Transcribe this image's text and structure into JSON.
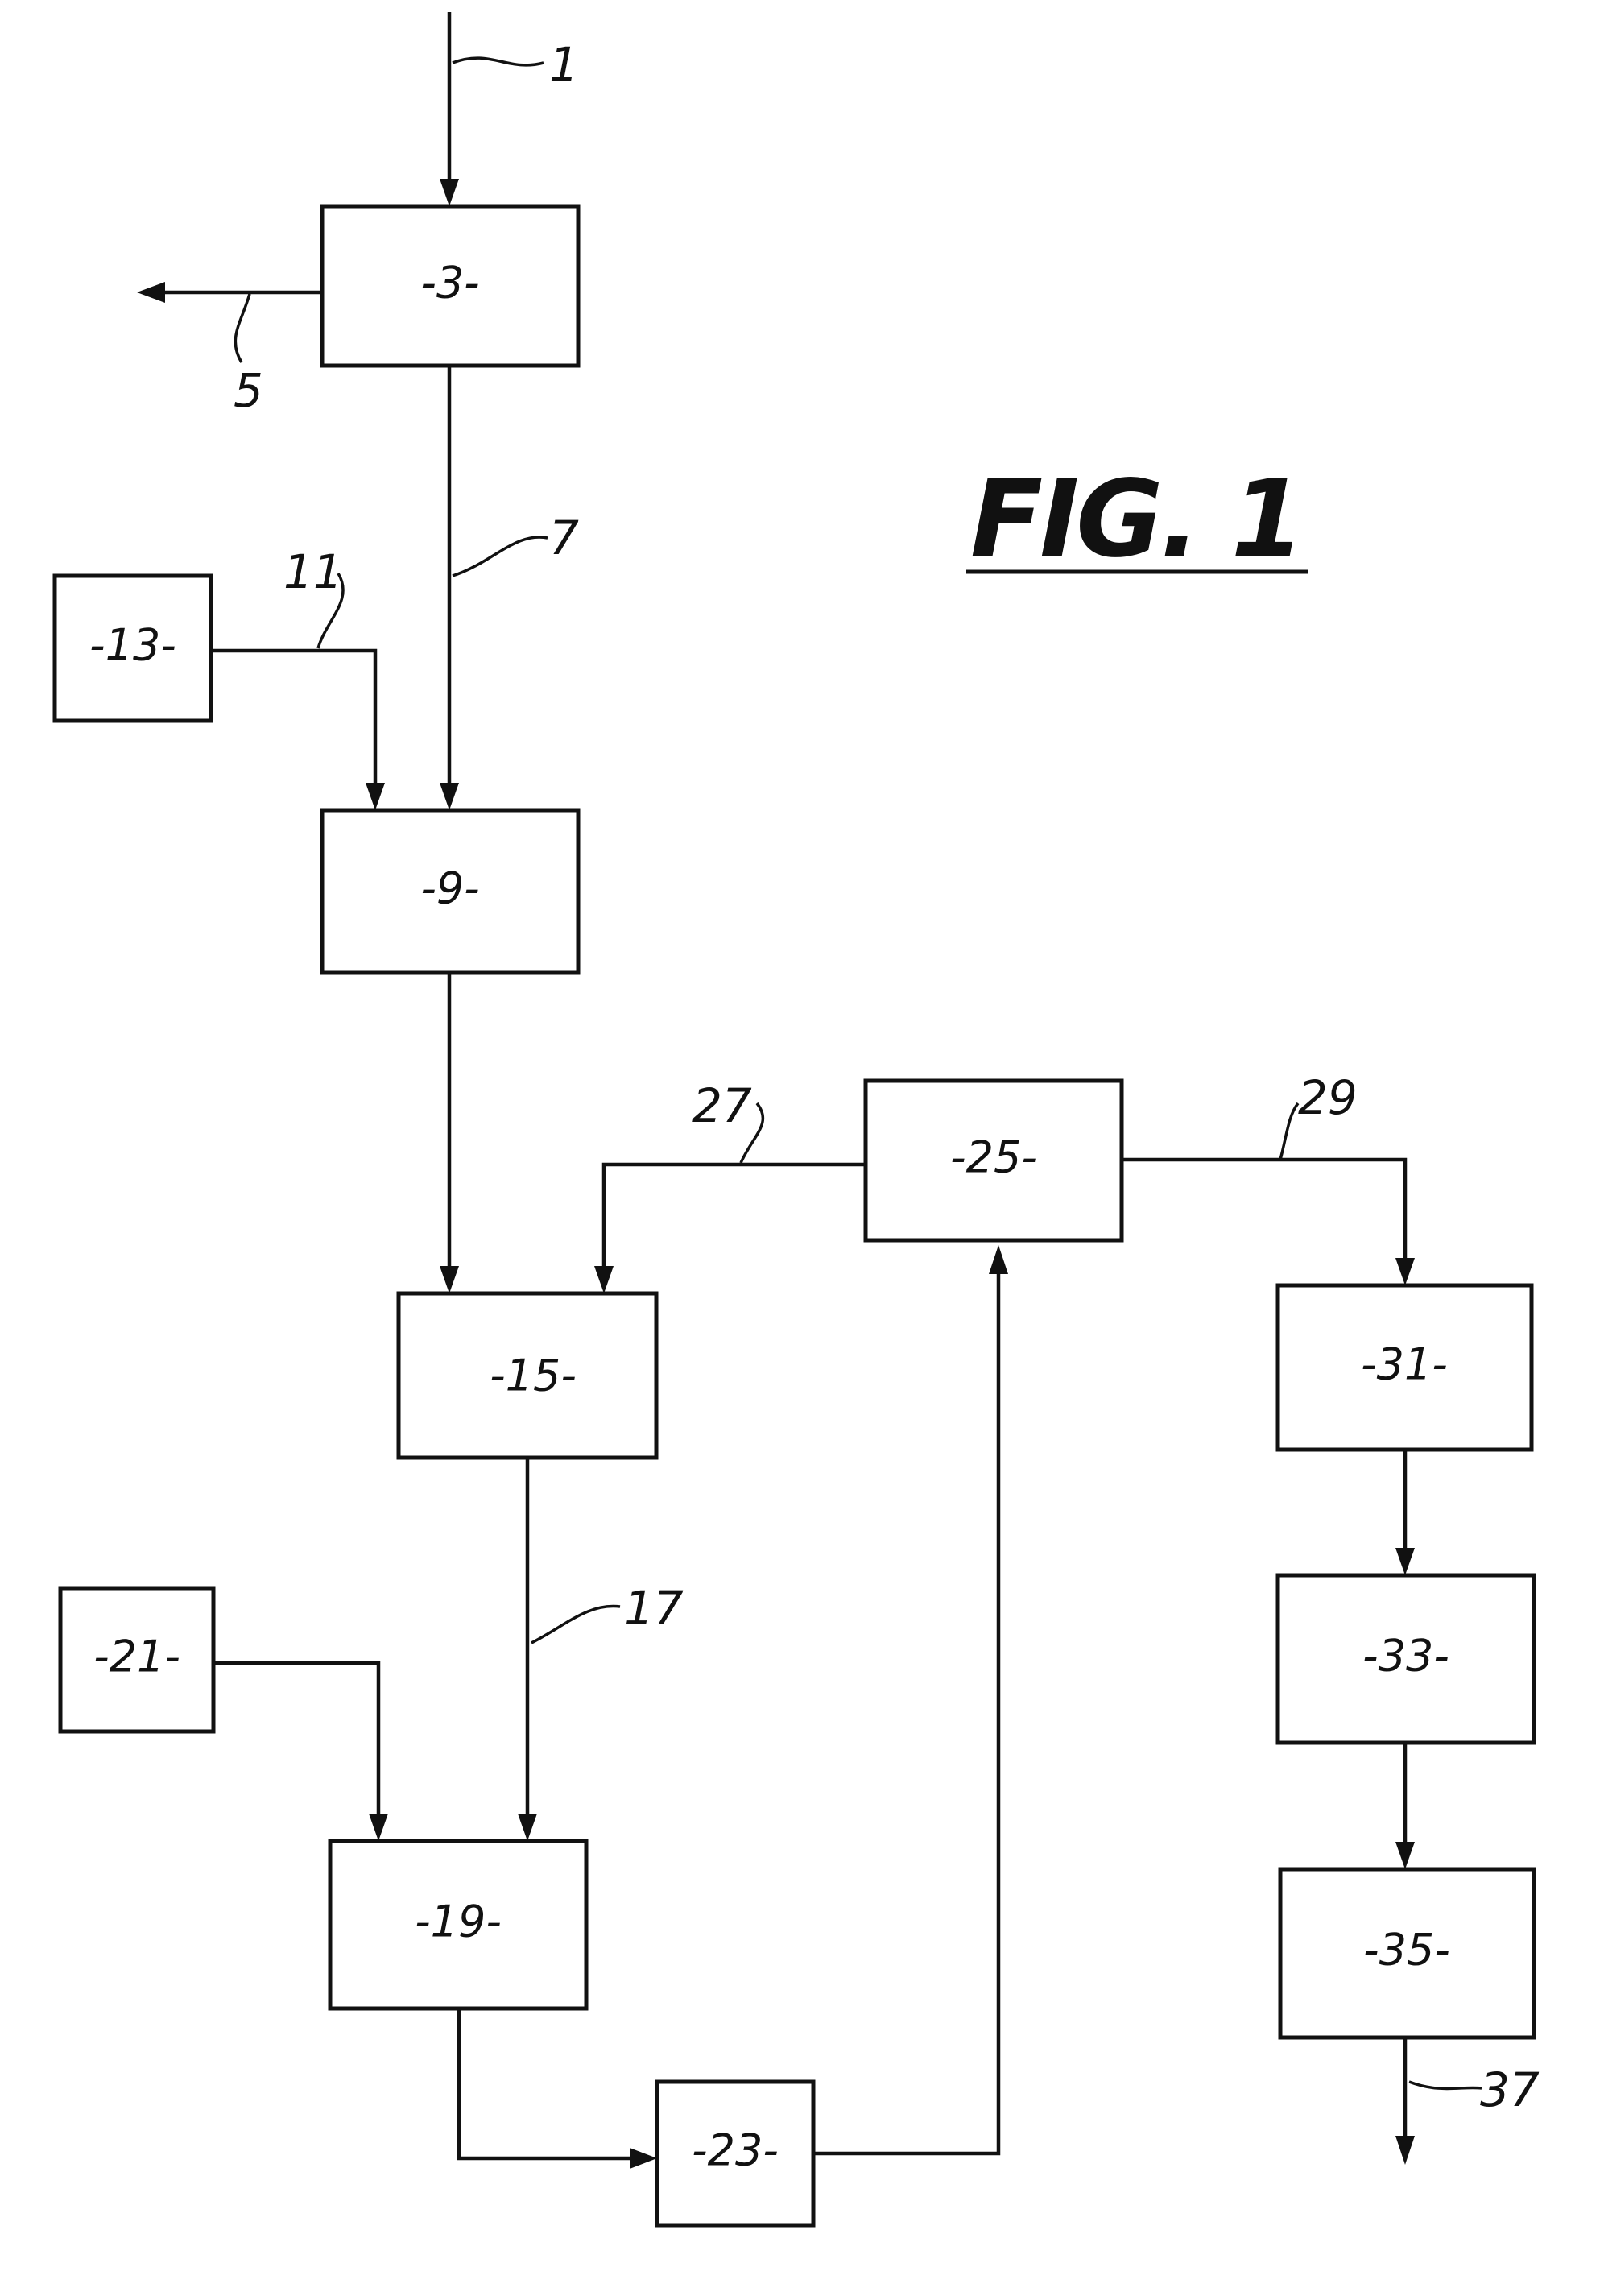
{
  "figure": {
    "title": "FIG. 1"
  },
  "boxes": {
    "b3": "-3-",
    "b9": "-9-",
    "b13": "-13-",
    "b15": "-15-",
    "b19": "-19-",
    "b21": "-21-",
    "b23": "-23-",
    "b25": "-25-",
    "b31": "-31-",
    "b33": "-33-",
    "b35": "-35-"
  },
  "refs": {
    "r1": "1",
    "r5": "5",
    "r7": "7",
    "r11": "11",
    "r17": "17",
    "r27": "27",
    "r29": "29",
    "r37": "37"
  }
}
